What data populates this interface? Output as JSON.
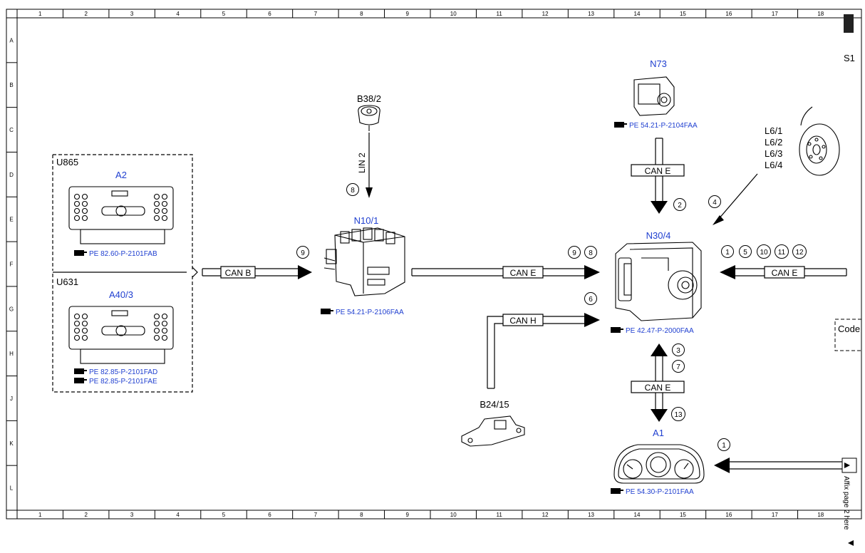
{
  "grid": {
    "columns": [
      "1",
      "2",
      "3",
      "4",
      "5",
      "6",
      "7",
      "8",
      "9",
      "10",
      "11",
      "12",
      "13",
      "14",
      "15",
      "16",
      "17",
      "18"
    ],
    "rows": [
      "A",
      "B",
      "C",
      "D",
      "E",
      "F",
      "G",
      "H",
      "J",
      "K",
      "L"
    ]
  },
  "groups": {
    "u865": "U865",
    "u631": "U631"
  },
  "components": {
    "a2": {
      "name": "A2",
      "ref1": "PE 82.60-P-2101FAB"
    },
    "a40_3": {
      "name": "A40/3",
      "ref1": "PE 82.85-P-2101FAD",
      "ref2": "PE 82.85-P-2101FAE"
    },
    "b38_2": {
      "name": "B38/2"
    },
    "n10_1": {
      "name": "N10/1",
      "ref1": "PE 54.21-P-2106FAA"
    },
    "n73": {
      "name": "N73",
      "ref1": "PE 54.21-P-2104FAA"
    },
    "n30_4": {
      "name": "N30/4",
      "ref1": "PE 42.47-P-2000FAA"
    },
    "b24_15": {
      "name": "B24/15"
    },
    "a1": {
      "name": "A1",
      "ref1": "PE 54.30-P-2101FAA"
    },
    "l6": {
      "l1": "L6/1",
      "l2": "L6/2",
      "l3": "L6/3",
      "l4": "L6/4"
    },
    "s1": {
      "name": "S1"
    }
  },
  "buses": {
    "can_b": "CAN B",
    "lin_2": "LIN 2",
    "can_e": "CAN E",
    "can_h": "CAN H"
  },
  "markers": {
    "m1": "1",
    "m2": "2",
    "m3": "3",
    "m4": "4",
    "m5": "5",
    "m6": "6",
    "m7": "7",
    "m8": "8",
    "m9": "9",
    "m10": "10",
    "m11": "11",
    "m12": "12",
    "m13": "13"
  },
  "right_edge": {
    "code": "Code",
    "affix": "Affix page 2 here"
  },
  "colors": {
    "reference_text": "#1f3fd0",
    "line": "#000000"
  },
  "icons": {
    "reference": "pointing-hand-icon"
  }
}
